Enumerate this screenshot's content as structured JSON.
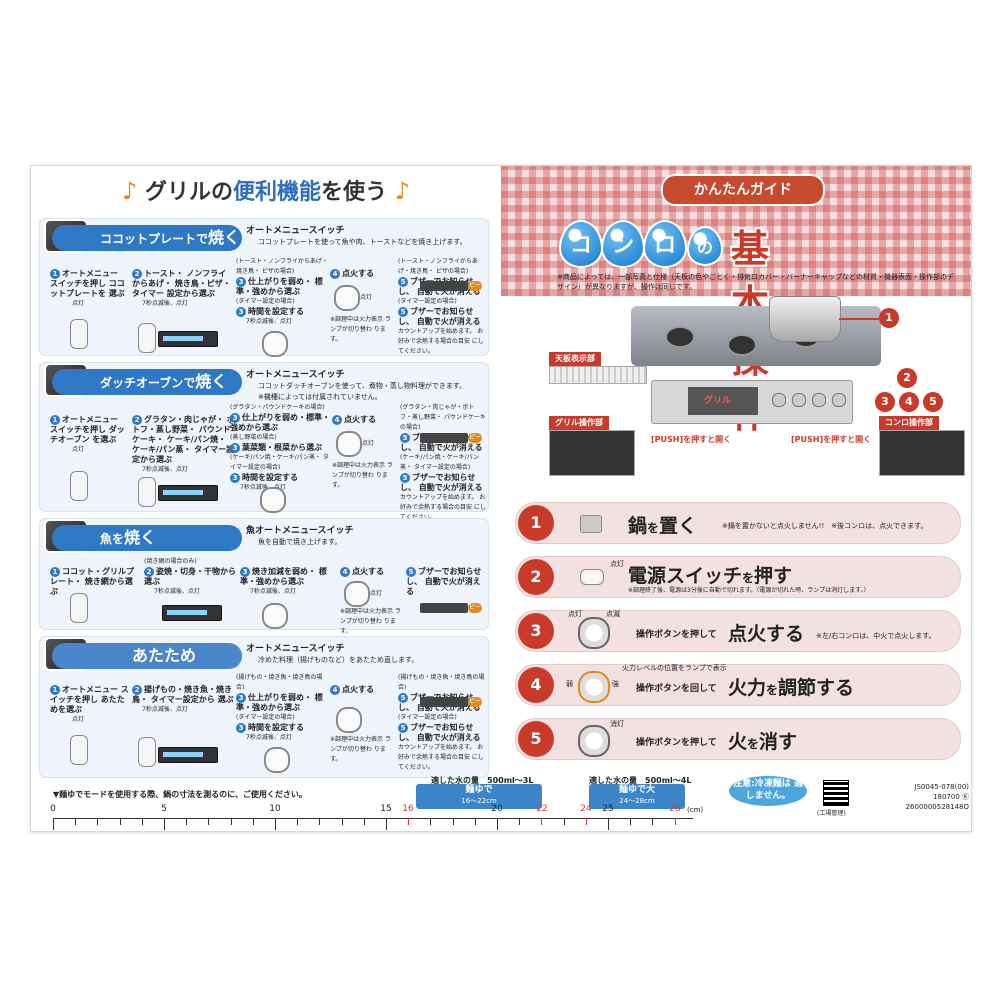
{
  "left": {
    "title": {
      "note_l": "♪",
      "pre": "グリルの",
      "em": "便利機能",
      "post": "を使う",
      "note_r": "♪"
    },
    "sections": [
      {
        "head": "ココットプレートで",
        "head_big": "焼く",
        "sw": "オートメニュースイッチ",
        "sw_sub": "ココットプレートを使って魚や肉、トーストなどを焼き上げます。",
        "s1": "オートメニュー スイッチを押し ココットプレートを 選ぶ",
        "s1_tag": "点灯",
        "s2": "トースト・ ノンフライからあげ・ 焼き鳥・ピザ・タイマー 設定から選ぶ",
        "s2_tag": "7秒点滅後、点灯",
        "s3a_note": "(トースト・ノンフライからあげ・焼き鳥・ ピザの場合)",
        "s3a": "仕上がりを弱め・ 標準・強めから選ぶ",
        "s3b_note": "(タイマー設定の場合)",
        "s3b": "時間を設定する",
        "s3b_tag": "7秒点滅後、点灯",
        "s4": "点火する",
        "s4_tag": "点灯",
        "s4_note": "※調理中は火力表示 ランプが切り替わ ります。",
        "s5a_note": "(トースト・ノンフライからあげ・焼き鳥・ ピザの場合)",
        "s5a": "ブザーでお知らせし、 自動で火が消える",
        "s5_badge": "ピー",
        "s5b_note": "(タイマー設定の場合)",
        "s5b": "ブザーでお知らせし、 自動で火が消える",
        "s5b_sub": "カウントアップを始めます。 お好みで余熱する場合の目安 にしてください。"
      },
      {
        "head": "ダッチオーブンで",
        "head_big": "焼く",
        "sw": "オートメニュースイッチ",
        "sw_sub": "ココットダッチオーブンを使って、煮物・蒸し物料理ができます。",
        "sw_sub2": "※機種によっては付属されていません。",
        "s1": "オートメニュー スイッチを押し ダッチオーブン を選ぶ",
        "s1_tag": "点灯",
        "s2": "グラタン・肉じゃが・ ポトフ・蒸し野菜・ パウンドケーキ・ ケーキ/パン焼・ ケーキ/パン蒸・ タイマー設定から選ぶ",
        "s2_tag": "7秒点滅後、点灯",
        "s3a_note": "(グラタン・パウンドケーキの場合)",
        "s3a": "仕上がりを弱め・標準・ 強めから選ぶ",
        "s3b_note": "(蒸し野菜の場合)",
        "s3b": "葉菜類・根菜から選ぶ",
        "s3c_note": "(ケーキ/パン焼・ケーキ/パン蒸・ タイマー設定の場合)",
        "s3c": "時間を設定する",
        "s3c_tag": "7秒点滅後、点灯",
        "s4": "点火する",
        "s4_tag": "点灯",
        "s4_note": "※調理中は火力表示 ランプが切り替わ ります。",
        "s5a_note": "(グラタン・肉じゃが・ポトフ・蒸し野菜・ パウンドケーキの場合)",
        "s5a": "ブザーでお知らせし、 自動で火が消える",
        "s5_badge": "ピー",
        "s5b_note": "(ケーキ/パン焼・ケーキ/パン蒸・ タイマー設定の場合)",
        "s5b": "ブザーでお知らせし、 自動で火が消える",
        "s5b_sub": "カウントアップを始めます。 お好みで余熱する場合の目安 にしてください。"
      },
      {
        "head": "魚を",
        "head_big": "焼く",
        "sw": "魚オートメニュースイッチ",
        "sw_sub": "魚を自動で焼き上げます。",
        "s1": "ココット・グリルプレート・ 焼き網から選ぶ",
        "s2_note": "(焼き網の場合のみ)",
        "s2": "姿焼・切身・干物から 選ぶ",
        "s2_tag": "7秒点滅後、点灯",
        "s3": "焼き加減を弱め・ 標準・強めから選ぶ",
        "s3_tag": "7秒点滅後、点灯",
        "s4": "点火する",
        "s4_tag": "点灯",
        "s4_note": "※調理中は火力表示 ランプが切り替わ ります。",
        "s5": "ブザーでお知らせし、 自動で火が消える",
        "s5_badge": "ピー"
      },
      {
        "head": "",
        "head_big": "あたため",
        "sw": "オートメニュースイッチ",
        "sw_sub": "冷めた料理（揚げものなど）をあたため直します。",
        "s1": "オートメニュー スイッチを押し あたためを選ぶ",
        "s1_tag": "点灯",
        "s2": "揚げもの・焼き魚・焼き鳥・ タイマー設定から 選ぶ",
        "s2_tag": "7秒点滅後、点灯",
        "s3a_note": "(揚げもの・焼き魚・焼き鳥の場合)",
        "s3a": "仕上がりを弱め・ 標準・強めから選ぶ",
        "s3b_note": "(タイマー設定の場合)",
        "s3b": "時間を設定する",
        "s3b_tag": "7秒点滅後、点灯",
        "s4": "点火する",
        "s4_note": "※調理中は火力表示 ランプが切り替わ ります。",
        "s5a_note": "(揚げもの・焼き魚・焼き鳥の場合)",
        "s5a": "ブザーでお知らせし、 自動で火が消える",
        "s5_badge": "ピー",
        "s5b_note": "(タイマー設定の場合)",
        "s5b": "ブザーでお知らせし、 自動で火が消える",
        "s5b_sub": "カウントアップを始めます。 お好みで余熱する場合の目安 にしてください。"
      }
    ],
    "ruler_caption": "▼麺ゆでモードを使用する際、鍋の寸法を測るのに、ご使用ください。",
    "ruler_labels": [
      "0",
      "5",
      "10",
      "15",
      "16",
      "20",
      "22",
      "24",
      "25",
      "28"
    ],
    "ruler_unit": "(cm)"
  },
  "right": {
    "guide_label": "かんたんガイド",
    "title_drops": [
      "コ",
      "ン",
      "ロ",
      "の"
    ],
    "title_main": "基本操作",
    "disclaimer": "※商品によっては、一部写真と仕様（天板の色やごとく・排気口カバー・バーナーキャップなどの材質・機器表面・操作部のデザイン）が異なりますが、操作は同じです。",
    "tenban": "天板表示部",
    "grill_panel": "グリル操作部",
    "konro_panel": "コンロ操作部",
    "push_left": "[PUSH]を押すと開く",
    "push_right": "[PUSH]を押すと開く",
    "callouts": [
      "1",
      "2",
      "3",
      "4",
      "5"
    ],
    "ops": [
      {
        "num": "1",
        "main": "鍋",
        "main_sm": "を",
        "main2": "置く",
        "note": "※鍋を置かないと点火しません!!　※後コンロは、点火できます。"
      },
      {
        "num": "2",
        "tag": "点灯",
        "main": "電源スイッチ",
        "main_sm": "を",
        "main2": "押す",
        "note": "※調理終了後、電源は3分後に自動で切れます。（電源が切れた時、ランプは消灯します。）"
      },
      {
        "num": "3",
        "tag": "点灯",
        "tag2": "点滅",
        "pre": "操作ボタンを押して",
        "main": "点火する",
        "note": "※左/右コンロは、中火で点火します。"
      },
      {
        "num": "4",
        "tag": "火力レベルの位置をランプで表示",
        "tag_l": "弱",
        "tag_r": "強",
        "pre": "操作ボタンを回して",
        "main": "火力",
        "main_sm": "を",
        "main2": "調節する"
      },
      {
        "num": "5",
        "tag": "消灯",
        "pre": "操作ボタンを押して",
        "main": "火",
        "main_sm": "を",
        "main2": "消す"
      }
    ],
    "water1": "適した水の量　500ml〜3L",
    "water2": "適した水の量　500ml〜4L",
    "men1": "麺ゆで",
    "men1_sub": "16〜22cm",
    "men2": "麺ゆで大",
    "men2_sub": "24〜28cm",
    "caution": "注意:冷凍麺は 適しません。",
    "qr_caption": "(工場管理)",
    "code1": "JS0045-078(00)",
    "code2": "180700 Ⓚ",
    "code3": "2600000528148O"
  }
}
